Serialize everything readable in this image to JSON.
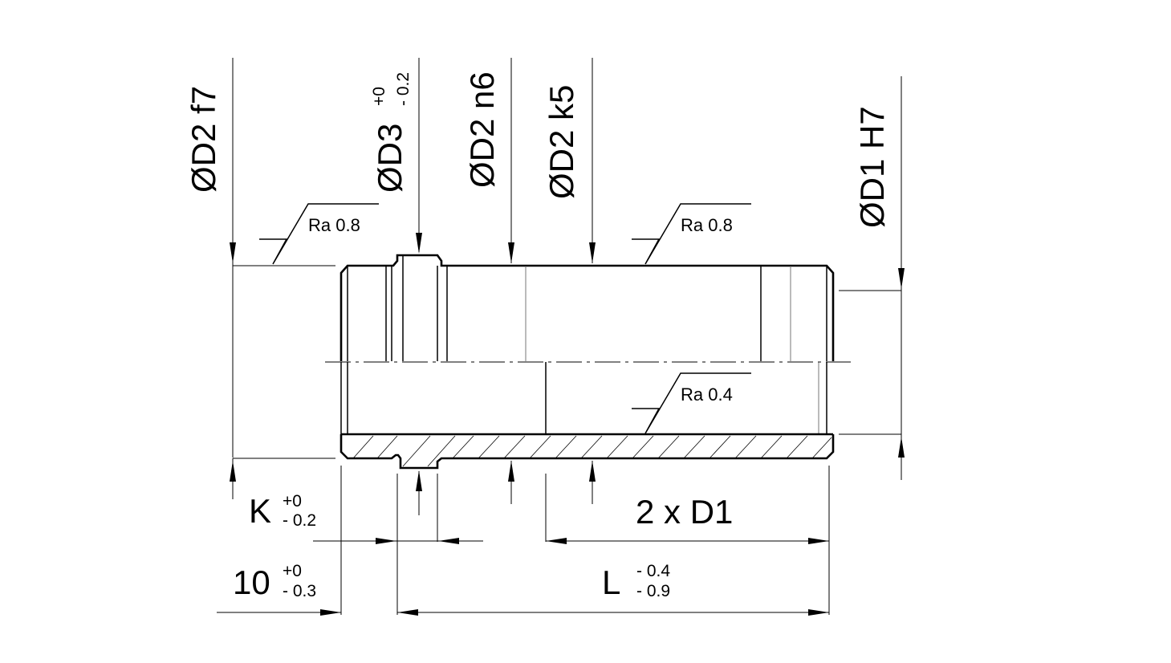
{
  "dimensions": {
    "d2_f7": "ØD2 f7",
    "d3": "ØD3",
    "d3_tol_upper": "+0",
    "d3_tol_lower": "- 0.2",
    "d2_n6": "ØD2 n6",
    "d2_k5": "ØD2 k5",
    "d1_h7": "ØD1 H7",
    "k": "K",
    "k_tol_upper": "+0",
    "k_tol_lower": "- 0.2",
    "ten": "10",
    "ten_tol_upper": "+0",
    "ten_tol_lower": "- 0.3",
    "l": "L",
    "l_tol_upper": "- 0.4",
    "l_tol_lower": "- 0.9",
    "two_d1": "2 x D1"
  },
  "surface_finish": {
    "left_outer": "Ra 0.8",
    "right_outer": "Ra 0.8",
    "bore": "Ra 0.4"
  }
}
